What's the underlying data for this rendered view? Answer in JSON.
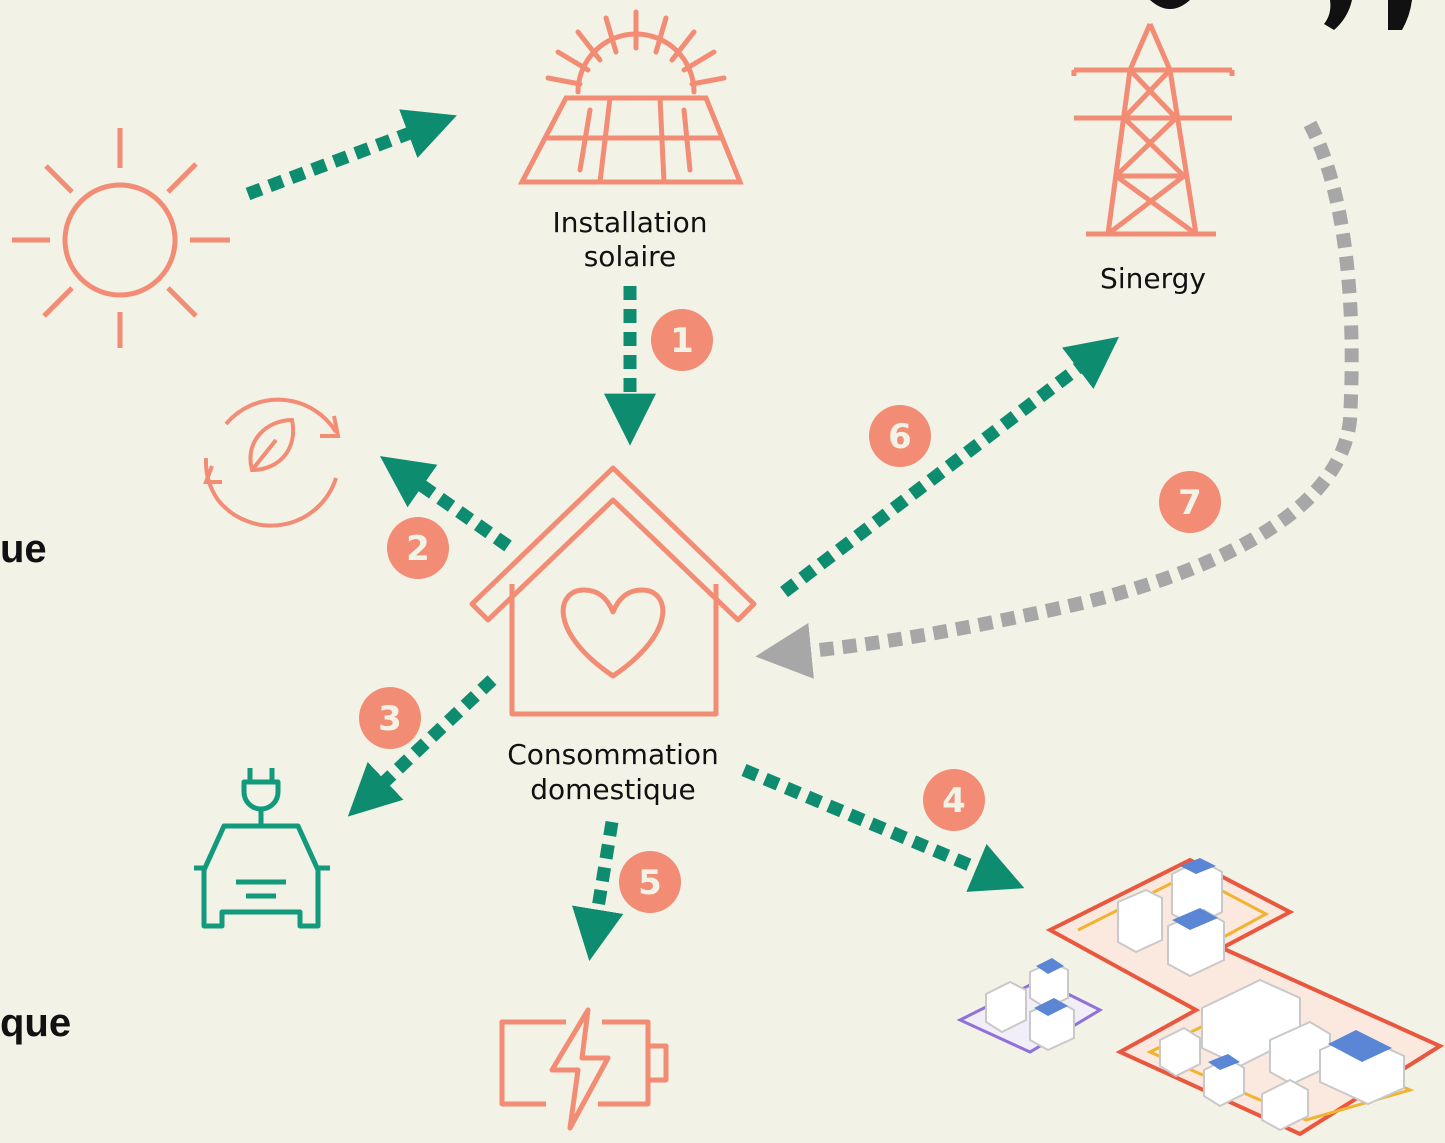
{
  "colors": {
    "background": "#f3f2e6",
    "icon_coral": "#f28c74",
    "arrow_green": "#0e8c6f",
    "arrow_grey": "#a7a7a7",
    "badge_coral": "#f28c74",
    "car_green": "#129a7c"
  },
  "nodes": {
    "solar_installation": {
      "label_line1": "Installation",
      "label_line2": "solaire",
      "icon": "solar-panel-icon"
    },
    "grid": {
      "label": "Sinergy",
      "icon": "power-pylon-icon"
    },
    "home": {
      "label_line1": "Consommation",
      "label_line2": "domestique",
      "icon": "house-heart-icon"
    },
    "sun": {
      "icon": "sun-icon"
    },
    "recycle": {
      "icon": "leaf-cycle-icon"
    },
    "ev": {
      "icon": "electric-car-icon"
    },
    "battery": {
      "icon": "battery-charge-icon"
    },
    "community": {
      "icon": "solar-community-icon"
    }
  },
  "badges": [
    "1",
    "2",
    "3",
    "4",
    "5",
    "6",
    "7"
  ],
  "left_fragments": [
    "ue",
    "que"
  ]
}
